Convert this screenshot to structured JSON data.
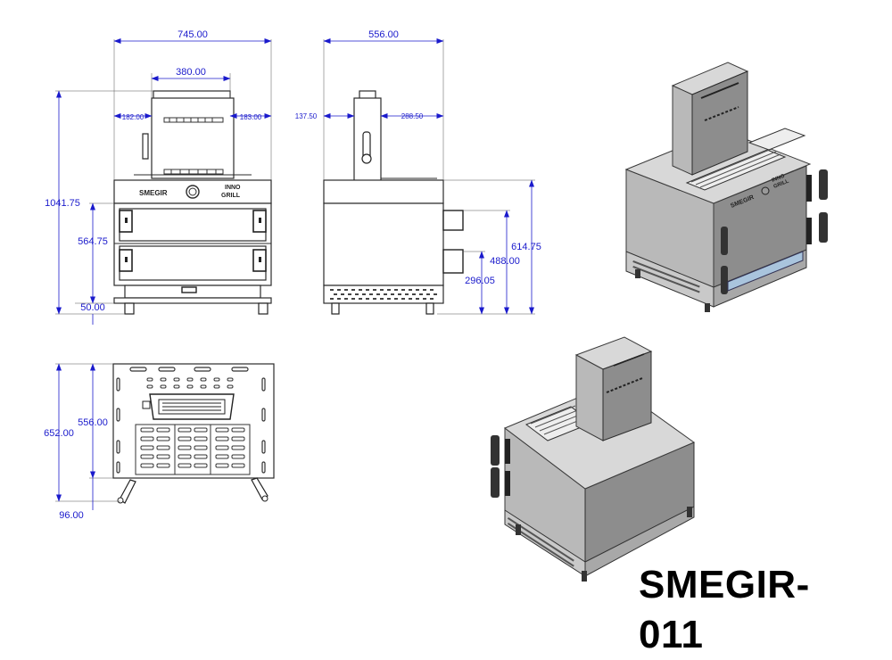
{
  "part_number": "SMEGIR-011",
  "front_view": {
    "dims": {
      "overall_width": "745.00",
      "chimney_width": "380.00",
      "left_offset": "182.00",
      "right_offset": "183.00",
      "overall_height": "1041.75",
      "body_height": "564.75",
      "leg_height": "50.00"
    },
    "logo_left": "SMEGIR",
    "logo_right_line1": "INNO",
    "logo_right_line2": "GRILL"
  },
  "side_view": {
    "dims": {
      "overall_depth": "556.00",
      "chimney_back_offset": "137.50",
      "chimney_front_offset": "288.50",
      "handle_top_height": "614.75",
      "handle_mid_height": "488.00",
      "handle_bottom_height": "296.05"
    }
  },
  "top_view": {
    "dims": {
      "inner_depth": "556.00",
      "overall_depth": "652.00",
      "leg_offset": "96.00"
    }
  },
  "iso_views": {
    "back_logo": "SMEGIR",
    "front_logo_line1": "INNO",
    "front_logo_line2": "GRILL"
  }
}
